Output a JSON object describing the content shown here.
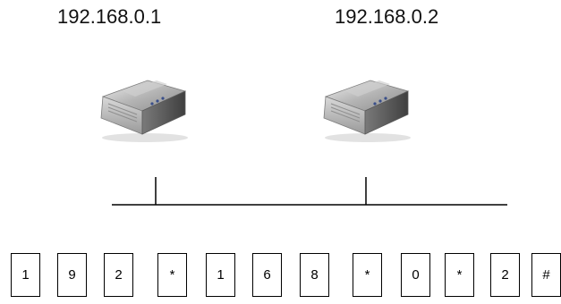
{
  "ip_addresses": {
    "left": "192.168.0.1",
    "right": "192.168.0.2"
  },
  "devices": [
    {
      "icon": "voip-gateway-icon"
    },
    {
      "icon": "voip-gateway-icon"
    }
  ],
  "keypad": [
    "1",
    "9",
    "2",
    "*",
    "1",
    "6",
    "8",
    "*",
    "0",
    "*",
    "2",
    "#"
  ],
  "colors": {
    "text": "#111111",
    "line": "#000000",
    "device_body": "#a9a9a9"
  }
}
